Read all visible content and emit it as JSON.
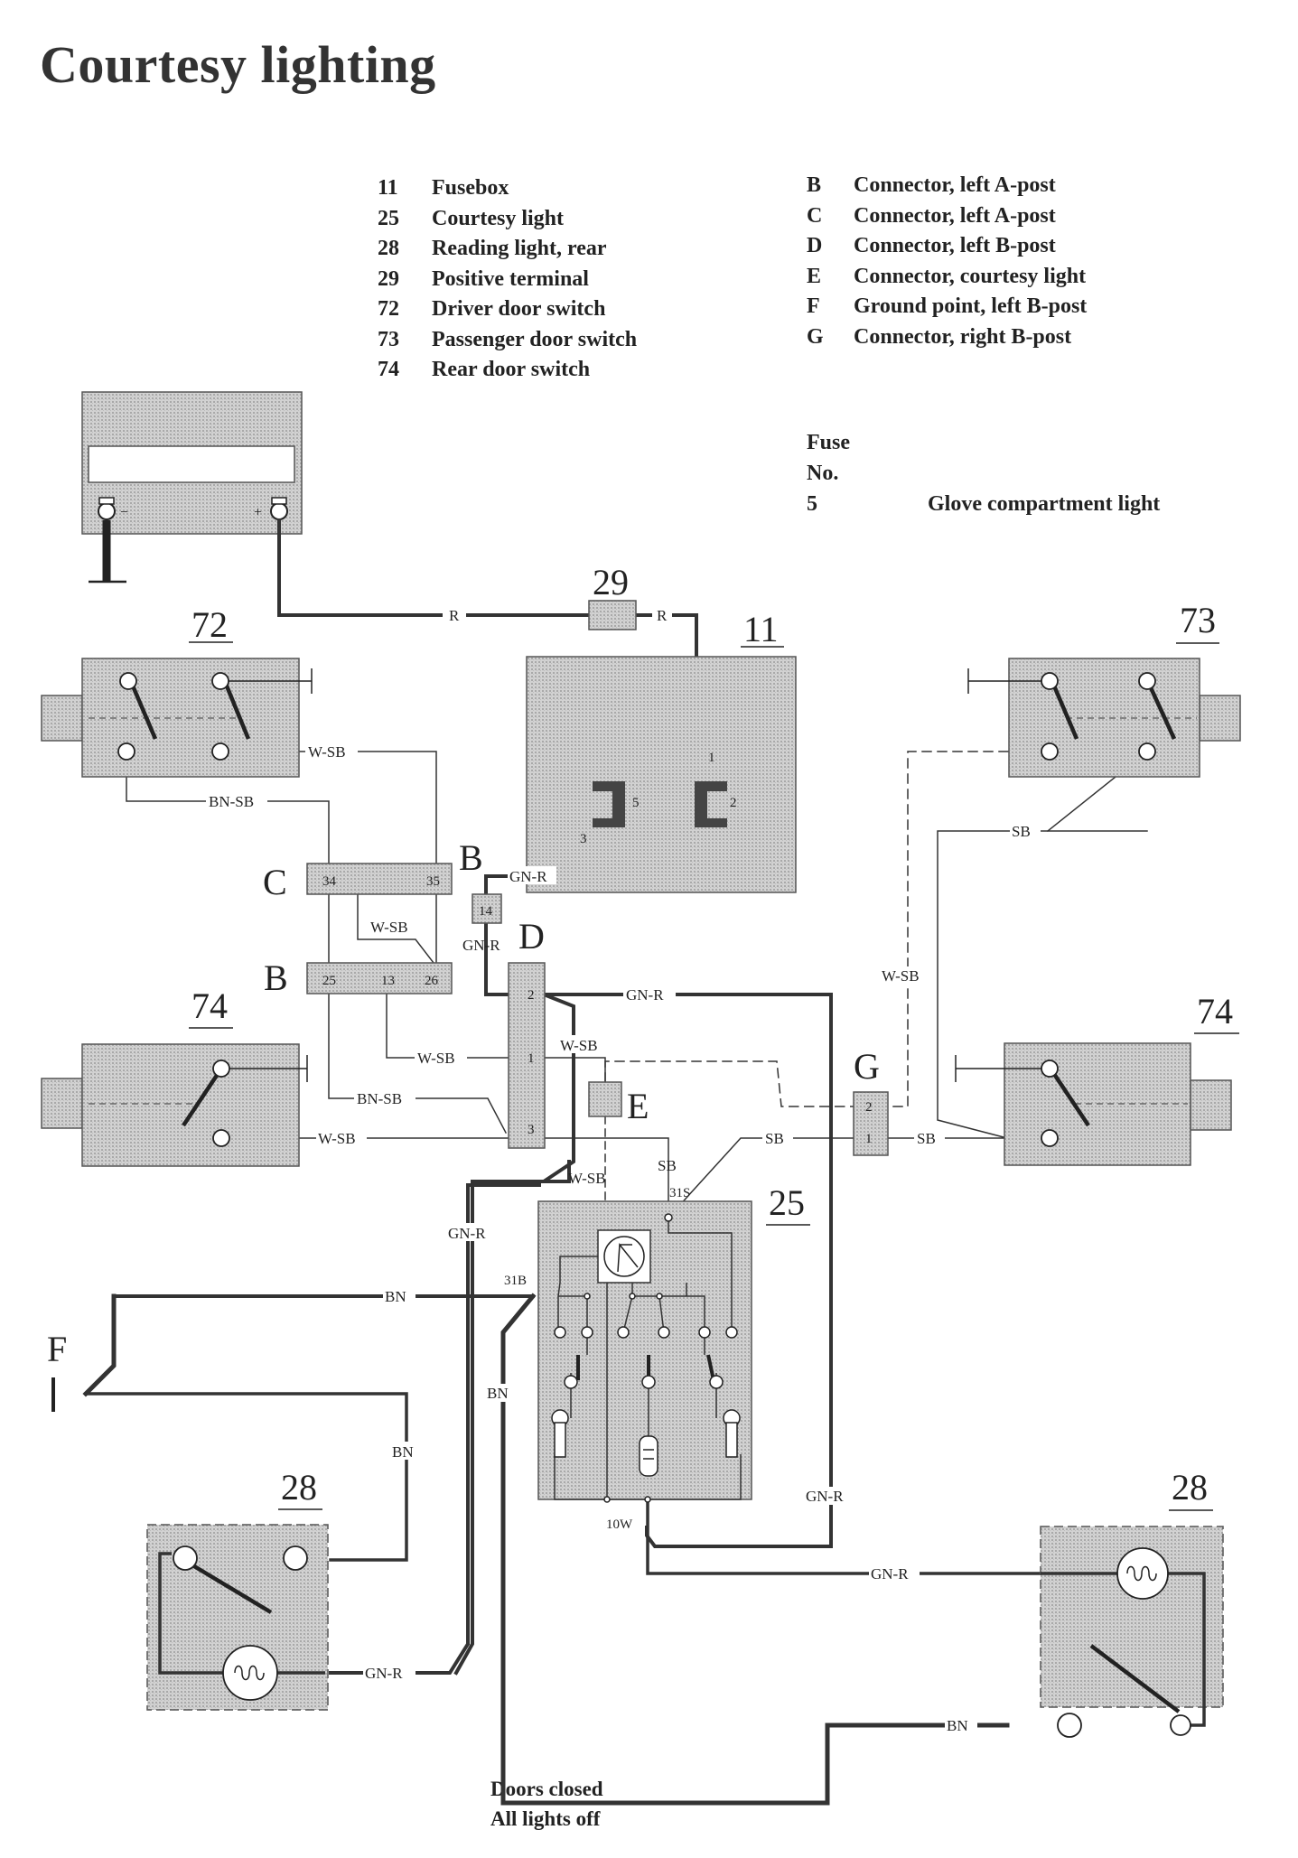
{
  "title": "Courtesy lighting",
  "legend_left": [
    {
      "code": "11",
      "text": "Fusebox"
    },
    {
      "code": "25",
      "text": "Courtesy light"
    },
    {
      "code": "28",
      "text": "Reading light, rear"
    },
    {
      "code": "29",
      "text": "Positive terminal"
    },
    {
      "code": "72",
      "text": "Driver door switch"
    },
    {
      "code": "73",
      "text": "Passenger door switch"
    },
    {
      "code": "74",
      "text": "Rear door switch"
    }
  ],
  "legend_right": [
    {
      "code": "B",
      "text": "Connector, left A-post"
    },
    {
      "code": "C",
      "text": "Connector, left A-post"
    },
    {
      "code": "D",
      "text": "Connector, left B-post"
    },
    {
      "code": "E",
      "text": "Connector, courtesy light"
    },
    {
      "code": "F",
      "text": "Ground point, left B-post"
    },
    {
      "code": "G",
      "text": "Connector, right B-post"
    }
  ],
  "fuse": {
    "header1": "Fuse",
    "header2": "No.",
    "number": "5",
    "text": "Glove compartment light"
  },
  "caption": {
    "line1": "Doors closed",
    "line2": "All lights off"
  },
  "components": {
    "c72": "72",
    "c73": "73",
    "c74_left": "74",
    "c74_right": "74",
    "c11": "11",
    "c29": "29",
    "c25": "25",
    "c28_left": "28",
    "c28_right": "28"
  },
  "connectors": {
    "C": "C",
    "B_top": "B",
    "B_left": "B",
    "D": "D",
    "E": "E",
    "F": "F",
    "G": "G"
  },
  "pins": {
    "c34": "34",
    "c35": "35",
    "b25": "25",
    "b13": "13",
    "b26": "26",
    "b14": "14",
    "d1": "1",
    "d2": "2",
    "d3": "3",
    "g1": "1",
    "g2": "2",
    "f1": "1",
    "f2": "2",
    "f3": "3",
    "f5": "5",
    "s31S": "31S",
    "s31B": "31B",
    "s10W": "10W",
    "plus": "+",
    "minus": "−"
  },
  "wires": {
    "r1": "R",
    "r2": "R",
    "wsb_72": "W-SB",
    "bnsb_72": "BN-SB",
    "wsb_cb": "W-SB",
    "gnr_b14": "GN-R",
    "gnr_b14_down": "GN-R",
    "gnr_d2": "GN-R",
    "wsb_d1": "W-SB",
    "wsb_d1_right": "W-SB",
    "bnsb_74": "BN-SB",
    "wsb_74": "W-SB",
    "wsb_e": "W-SB",
    "sb_25": "SB",
    "sb_g": "SB",
    "sb_74r": "SB",
    "sb_73": "SB",
    "wsb_73": "W-SB",
    "gnr_left": "GN-R",
    "bn_f": "BN",
    "bn_25": "BN",
    "bn_28l": "BN",
    "gnr_28l": "GN-R",
    "gnr_right": "GN-R",
    "gnr_28r": "GN-R",
    "bn_28r": "BN"
  }
}
